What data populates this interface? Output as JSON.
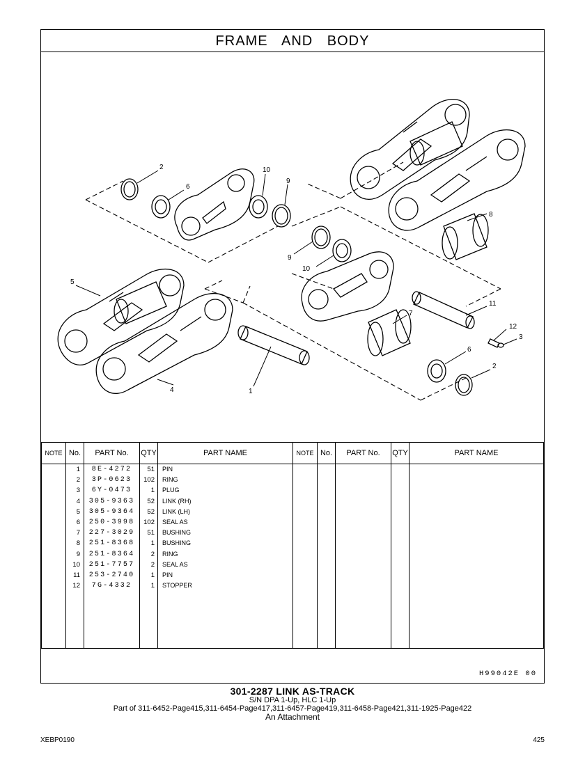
{
  "title": "FRAME AND BODY",
  "callouts": [
    "1",
    "2",
    "2",
    "3",
    "4",
    "5",
    "6",
    "6",
    "7",
    "8",
    "9",
    "9",
    "10",
    "10",
    "11",
    "12"
  ],
  "table": {
    "headers": [
      "NOTE",
      "No.",
      "PART No.",
      "QTY",
      "PART NAME",
      "NOTE",
      "No.",
      "PART No.",
      "QTY",
      "PART NAME"
    ],
    "rows": [
      {
        "no": "1",
        "part": "8E-4272",
        "qty": "51",
        "name": "PIN"
      },
      {
        "no": "2",
        "part": "3P-0623",
        "qty": "102",
        "name": "RING"
      },
      {
        "no": "3",
        "part": "6Y-0473",
        "qty": "1",
        "name": "PLUG"
      },
      {
        "no": "4",
        "part": "305-9363",
        "qty": "52",
        "name": "LINK (RH)"
      },
      {
        "no": "5",
        "part": "305-9364",
        "qty": "52",
        "name": "LINK (LH)"
      },
      {
        "no": "6",
        "part": "250-3998",
        "qty": "102",
        "name": "SEAL AS"
      },
      {
        "no": "7",
        "part": "227-3029",
        "qty": "51",
        "name": "BUSHING"
      },
      {
        "no": "8",
        "part": "251-8368",
        "qty": "1",
        "name": "BUSHING"
      },
      {
        "no": "9",
        "part": "251-8364",
        "qty": "2",
        "name": "RING"
      },
      {
        "no": "10",
        "part": "251-7757",
        "qty": "2",
        "name": "SEAL AS"
      },
      {
        "no": "11",
        "part": "253-2740",
        "qty": "1",
        "name": "PIN"
      },
      {
        "no": "12",
        "part": "7G-4332",
        "qty": "1",
        "name": "STOPPER"
      }
    ]
  },
  "drawing_code": "H99042E  00",
  "caption": {
    "line1": "301-2287 LINK AS-TRACK",
    "line2": "S/N DPA 1-Up, HLC 1-Up",
    "line3": "Part of 311-6452-Page415,311-6454-Page417,311-6457-Page419,311-6458-Page421,311-1925-Page422",
    "line4": "An Attachment"
  },
  "footer": {
    "doc_id": "XEBP0190",
    "page": "425"
  }
}
